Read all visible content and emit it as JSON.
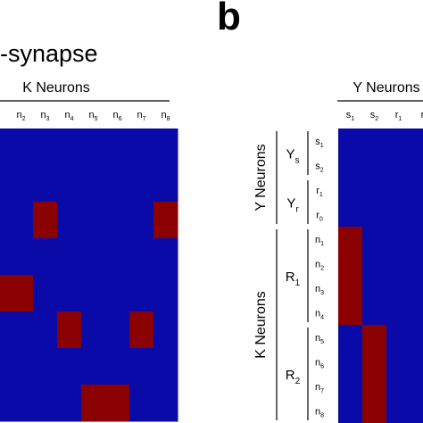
{
  "panel_b_label": "b",
  "left_panel": {
    "title": "-synapse",
    "group_label": "K Neurons",
    "columns": [
      "2",
      "3",
      "4",
      "5",
      "6",
      "7",
      "8"
    ],
    "column_prefix": "n",
    "heatmap": {
      "comment_rows": "rows from top of visible crop; 1 = red cell",
      "rows": [
        [
          0,
          0,
          0,
          0,
          0,
          0,
          0
        ],
        [
          0,
          0,
          0,
          0,
          0,
          0,
          0
        ],
        [
          0,
          1,
          0,
          0,
          0,
          0,
          1
        ],
        [
          0,
          0,
          0,
          0,
          0,
          0,
          0
        ],
        [
          1,
          0,
          0,
          0,
          0,
          0,
          0
        ],
        [
          0,
          0,
          1,
          0,
          0,
          1,
          0
        ],
        [
          0,
          0,
          0,
          0,
          0,
          0,
          0
        ],
        [
          0,
          0,
          0,
          1,
          1,
          0,
          0
        ]
      ]
    }
  },
  "right_panel": {
    "group_label": "Y Neurons",
    "columns": [
      {
        "base": "s",
        "sub": "1"
      },
      {
        "base": "s",
        "sub": "2"
      },
      {
        "base": "r",
        "sub": "1"
      },
      {
        "base": "r",
        "sub": ""
      }
    ],
    "row_groups": [
      {
        "outer": "Y Neurons",
        "subgroups": [
          {
            "base": "Y",
            "sub": "s",
            "rows": [
              {
                "base": "s",
                "sub": "1"
              },
              {
                "base": "s",
                "sub": "2"
              }
            ]
          },
          {
            "base": "Y",
            "sub": "r",
            "rows": [
              {
                "base": "r",
                "sub": "1"
              },
              {
                "base": "r",
                "sub": "0"
              }
            ]
          }
        ]
      },
      {
        "outer": "K Neurons",
        "subgroups": [
          {
            "base": "R",
            "sub": "1",
            "rows": [
              {
                "base": "n",
                "sub": "1"
              },
              {
                "base": "n",
                "sub": "2"
              },
              {
                "base": "n",
                "sub": "3"
              },
              {
                "base": "n",
                "sub": "4"
              }
            ]
          },
          {
            "base": "R",
            "sub": "2",
            "rows": [
              {
                "base": "n",
                "sub": "5"
              },
              {
                "base": "n",
                "sub": "6"
              },
              {
                "base": "n",
                "sub": "7"
              },
              {
                "base": "n",
                "sub": "8"
              }
            ]
          }
        ]
      }
    ],
    "heatmap": {
      "rows": [
        [
          0,
          0,
          0,
          0
        ],
        [
          0,
          0,
          0,
          0
        ],
        [
          0,
          0,
          0,
          0
        ],
        [
          0,
          0,
          0,
          0
        ],
        [
          1,
          0,
          0,
          0
        ],
        [
          1,
          0,
          0,
          0
        ],
        [
          1,
          0,
          0,
          0
        ],
        [
          1,
          0,
          0,
          0
        ],
        [
          0,
          1,
          0,
          0
        ],
        [
          0,
          1,
          0,
          0
        ],
        [
          0,
          1,
          0,
          0
        ],
        [
          0,
          1,
          0,
          0
        ]
      ]
    }
  },
  "colors": {
    "blue": "#0a0aa8",
    "red": "#8b0000"
  }
}
